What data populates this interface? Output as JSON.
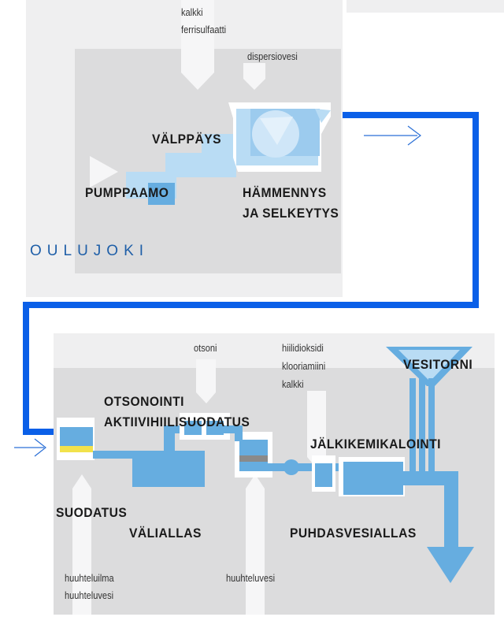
{
  "colors": {
    "panel": "#efeff0",
    "inner": "#dcdcdd",
    "light_blue": "#b9dcf4",
    "mid_blue": "#66ade0",
    "pipe_blue": "#0a5fe8",
    "yellow": "#f2e24c",
    "gray_band": "#8a8a8a"
  },
  "top": {
    "chemicals": [
      "kalkki",
      "ferrisulfaatti"
    ],
    "dispersion": "dispersiovesi",
    "screening": "VÄLPPÄYS",
    "pumping": "PUMPPAAMO",
    "clarification": [
      "HÄMMENNYS",
      "JA SELKEYTYS"
    ],
    "river": "OULUJOKI"
  },
  "bottom": {
    "ozone": "otsoni",
    "post_chemicals": [
      "hiilidioksidi",
      "kloorіamiini",
      "kalkki"
    ],
    "ozonation": "OTSONOINTI",
    "carbon_filtration": "AKTIIVIHIILISUODATUS",
    "post_chemicalization": "JÄLKIKEMIKALOINTI",
    "water_tower": "VESITORNI",
    "filtration": "SUODATUS",
    "intermediate_basin": "VÄLIALLAS",
    "clean_water_basin": "PUHDASVESIALLAS",
    "filter_backwash": [
      "huuhteluilma",
      "huuhteluvesi"
    ],
    "backwash_water": "huuhteluvesi"
  }
}
